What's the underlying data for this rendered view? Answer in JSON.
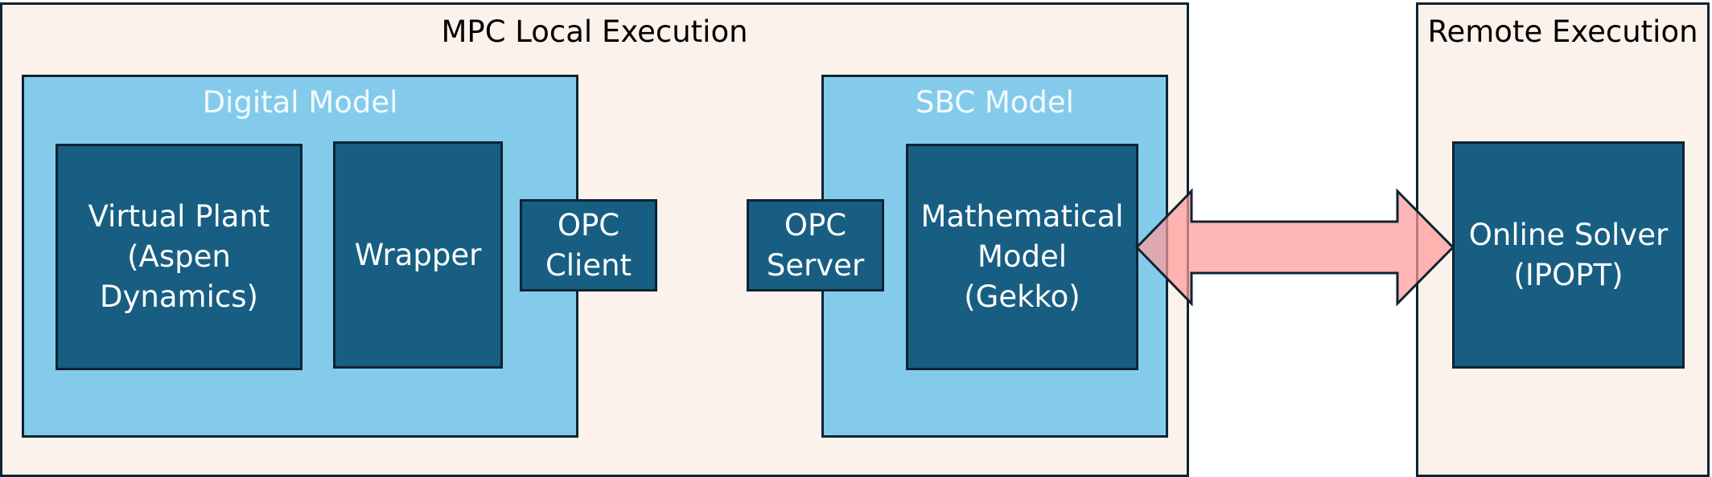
{
  "local_execution": {
    "title": "MPC Local Execution"
  },
  "remote_execution": {
    "title": "Remote Execution"
  },
  "digital_model": {
    "title": "Digital Model",
    "virtual_plant": "Virtual Plant\n(Aspen\nDynamics)",
    "wrapper": "Wrapper",
    "opc_client": "OPC\nClient"
  },
  "sbc_model": {
    "title": "SBC Model",
    "opc_server": "OPC\nServer",
    "math_model": "Mathematical\nModel\n(Gekko)"
  },
  "online_solver": "Online Solver\n(IPOPT)",
  "colors": {
    "outer_fill": "#fcf2ec",
    "group_fill": "#84cbeb",
    "box_fill": "#175e82",
    "border": "#0d2433",
    "arrow_fill": "#ffb2b2"
  }
}
